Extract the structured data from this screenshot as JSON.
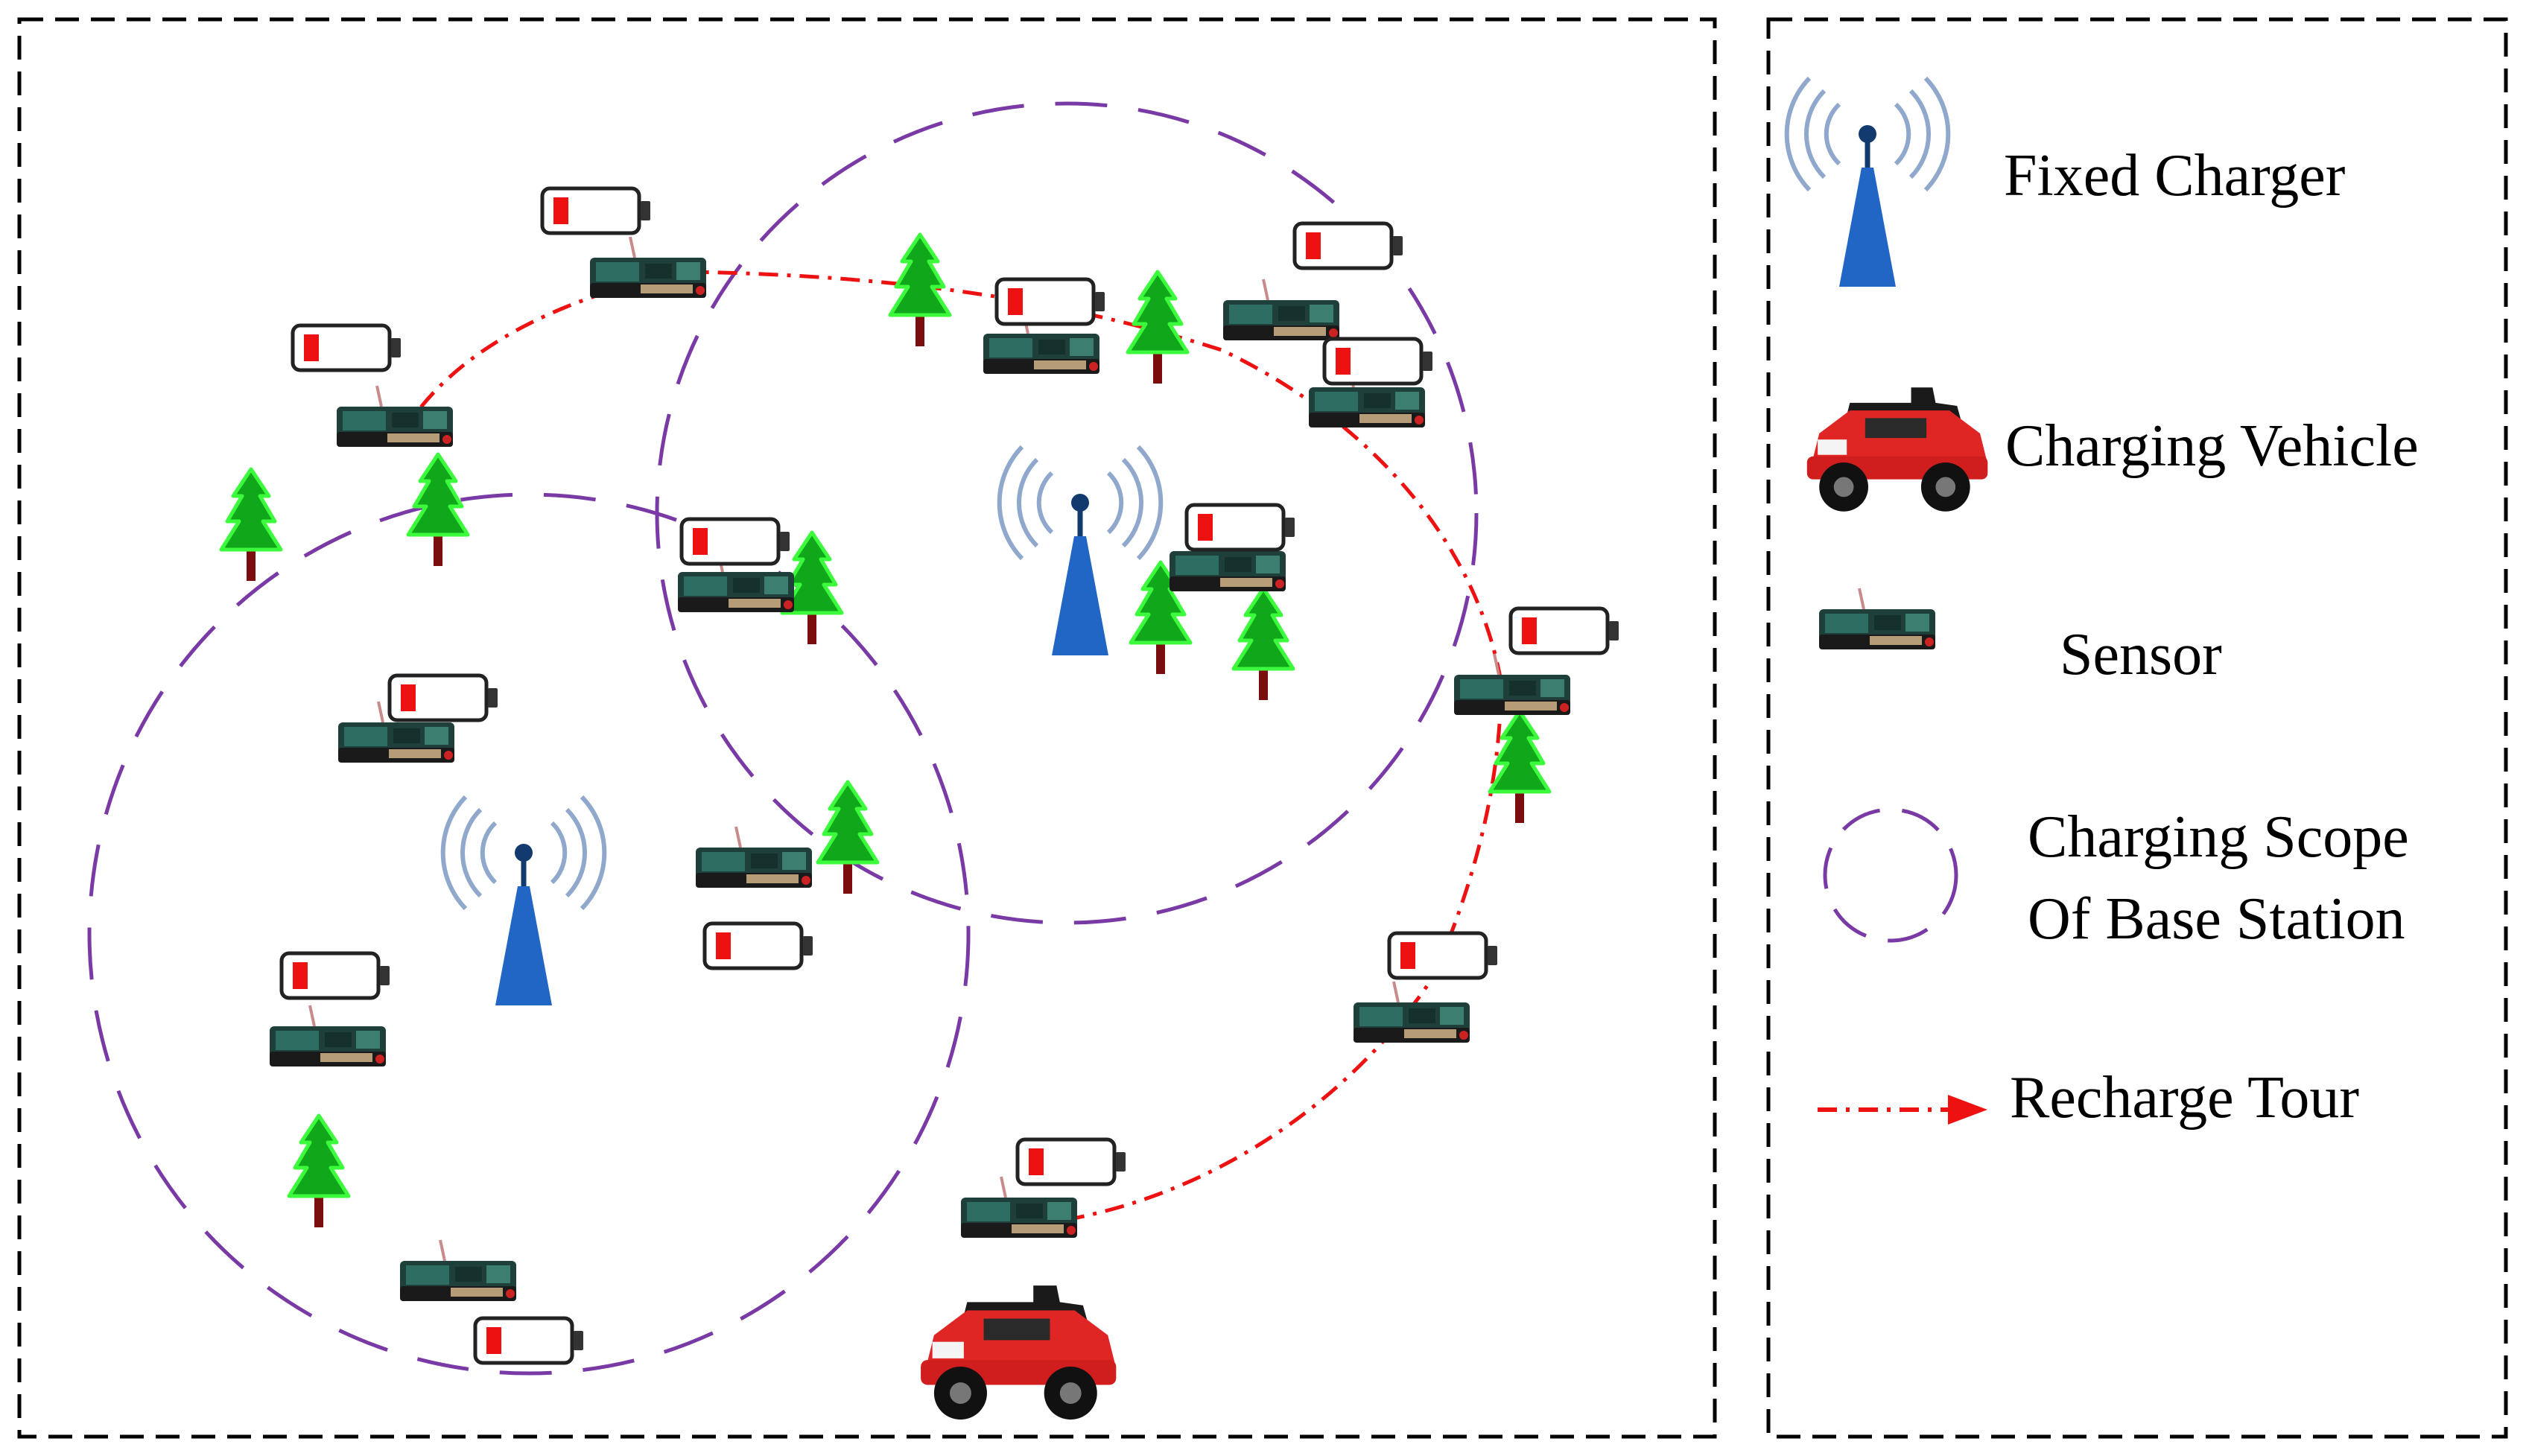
{
  "legend": {
    "items": [
      {
        "id": "fixed-charger",
        "label_lines": [
          "Fixed Charger"
        ],
        "icon": "antenna-tower-icon"
      },
      {
        "id": "charging-vehicle",
        "label_lines": [
          "Charging Vehicle"
        ],
        "icon": "car-icon"
      },
      {
        "id": "sensor",
        "label_lines": [
          "Sensor"
        ],
        "icon": "sensor-board-icon"
      },
      {
        "id": "charging-scope",
        "label_lines": [
          "Charging Scope",
          "Of Base Station"
        ],
        "icon": "dashed-circle-icon"
      },
      {
        "id": "recharge-tour",
        "label_lines": [
          "Recharge Tour"
        ],
        "icon": "dash-dot-arrow-icon"
      }
    ]
  },
  "colors": {
    "charger": "#2166c4",
    "charger_top": "#123a6e",
    "signal": "#8fa8cc",
    "scope": "#7a3aa5",
    "tour": "#ee1111",
    "battery_level": "#ee1111",
    "tree": "#10a81a",
    "tree_edge": "#3cfa3c",
    "trunk": "#7a0d0d",
    "car": "#e02525",
    "border": "#000000"
  }
}
